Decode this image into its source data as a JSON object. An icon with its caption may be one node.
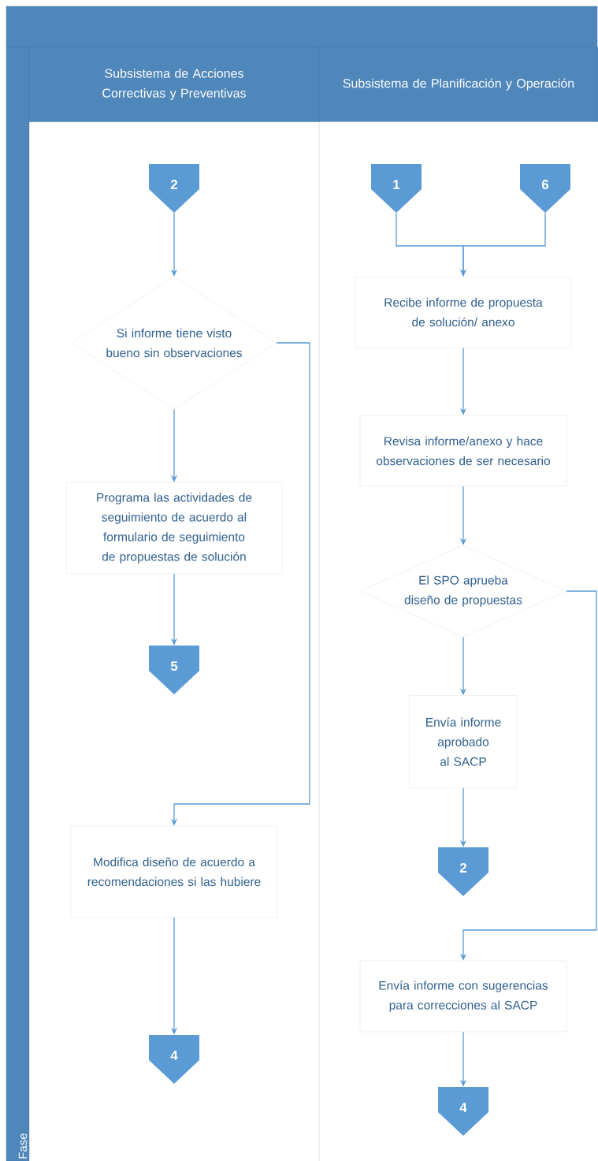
{
  "diagram": {
    "nodes": [
      {
        "text": [
          "Subsistema de Acciones Correctivas y Preventivas"
        ]
      },
      {
        "text": [
          "Subsistema de Planificación y Operación"
        ]
      },
      {
        "text": [
          "2"
        ]
      },
      {
        "text": [
          "Si informe tiene visto bueno sin observaciones"
        ]
      },
      {
        "text": [
          "Programa las actividades de seguimiento de acuerdo al formulario de seguimiento de propuestas de solución"
        ]
      },
      {
        "text": [
          "5"
        ]
      },
      {
        "text": [
          "Modifica diseño de acuerdo a recomendaciones si las hubiere"
        ]
      },
      {
        "text": [
          "4"
        ]
      },
      {
        "text": [
          "1"
        ]
      },
      {
        "text": [
          "6"
        ]
      },
      {
        "text": [
          "Recibe informe de propuesta de solución/ anexo"
        ]
      },
      {
        "text": [
          "Revisa informe/anexo y hace observaciones de ser necesario"
        ]
      },
      {
        "text": [
          "El SPO aprueba diseño de propuestas"
        ]
      },
      {
        "text": [
          "Envía informe aprobado al SACP"
        ]
      },
      {
        "text": [
          "2"
        ]
      },
      {
        "text": [
          "Envía informe con sugerencias para correcciones al SACP"
        ]
      },
      {
        "text": [
          "4"
        ]
      }
    ],
    "edges": [
      {
        "from": 2,
        "to": 3,
        "arrow": "to"
      },
      {
        "from": 3,
        "to": 4,
        "arrow": "to"
      },
      {
        "from": 4,
        "to": 5,
        "arrow": "to"
      },
      {
        "from": 3,
        "to": 6,
        "arrow": "to"
      },
      {
        "from": 6,
        "to": 7,
        "arrow": "to"
      },
      {
        "from": 8,
        "to": 10,
        "arrow": "to"
      },
      {
        "from": 9,
        "to": 10,
        "arrow": "to"
      },
      {
        "from": 10,
        "to": 11,
        "arrow": "to"
      },
      {
        "from": 11,
        "to": 12,
        "arrow": "to"
      },
      {
        "from": 12,
        "to": 13,
        "arrow": "to"
      },
      {
        "from": 13,
        "to": 14,
        "arrow": "to"
      },
      {
        "from": 12,
        "to": 15,
        "arrow": "to"
      },
      {
        "from": 15,
        "to": 16,
        "arrow": "to"
      }
    ],
    "labels": [
      "Fase"
    ]
  }
}
